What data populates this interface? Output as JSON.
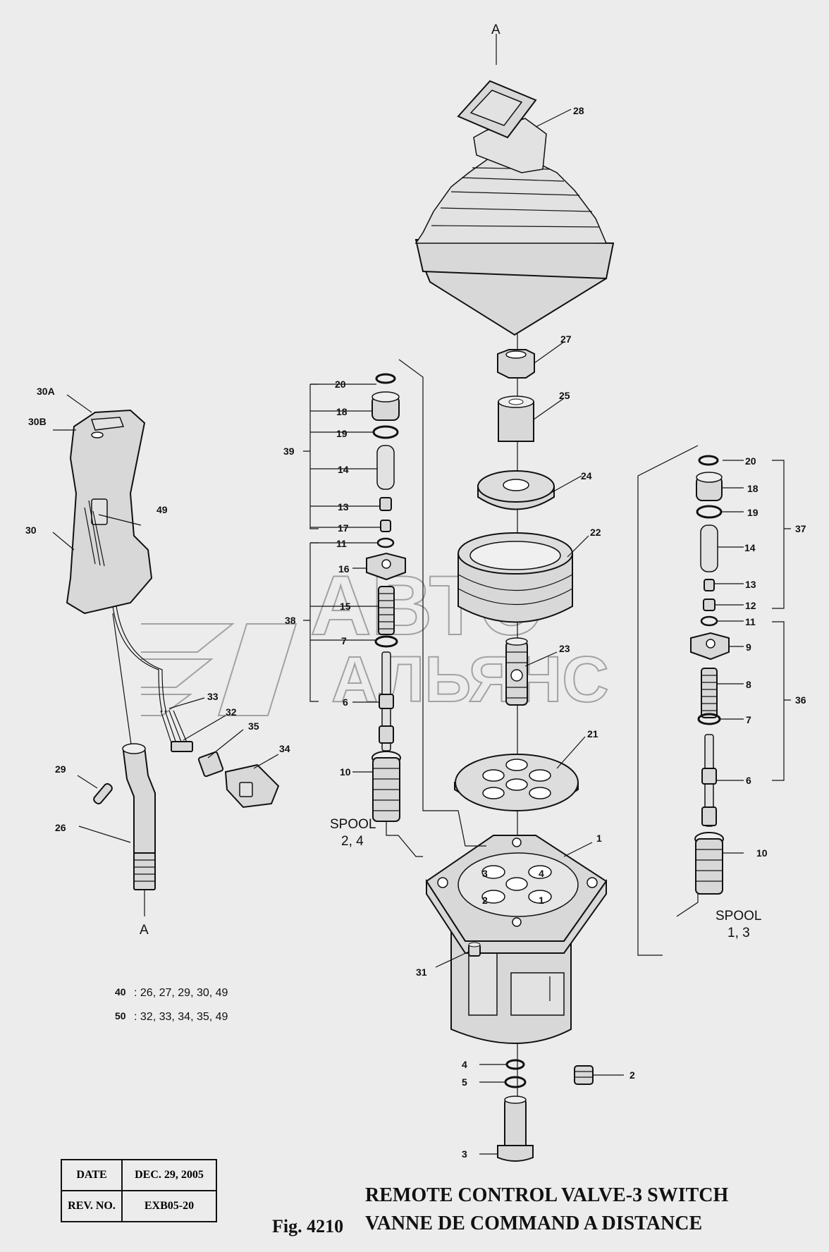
{
  "figure": {
    "number": "Fig. 4210",
    "title_en": "REMOTE CONTROL VALVE-3 SWITCH",
    "title_fr": "VANNE DE COMMAND A DISTANCE"
  },
  "title_block": {
    "date_label": "DATE",
    "date_value": "DEC. 29, 2005",
    "rev_label": "REV. NO.",
    "rev_value": "EXB05-20"
  },
  "watermark": {
    "line1": "АВТО",
    "line2": "АЛЬЯНС"
  },
  "section_marks": {
    "top": "A",
    "bottom": "A"
  },
  "spool_labels": {
    "left": {
      "line1": "SPOOL",
      "line2": "2, 4"
    },
    "right": {
      "line1": "SPOOL",
      "line2": "1, 3"
    }
  },
  "kits": [
    {
      "id": "40",
      "parts": ": 26, 27, 29, 30, 49"
    },
    {
      "id": "50",
      "parts": ": 32, 33, 34, 35, 49"
    }
  ],
  "callouts": {
    "c28": "28",
    "c27": "27",
    "c25": "25",
    "c24": "24",
    "c22": "22",
    "c23": "23",
    "c21": "21",
    "c1": "1",
    "c31": "31",
    "c4": "4",
    "c5": "5",
    "c2": "2",
    "c3": "3",
    "l20": "20",
    "l18": "18",
    "l19": "19",
    "l14": "14",
    "l13": "13",
    "l17": "17",
    "l11": "11",
    "l16": "16",
    "l15": "15",
    "l7": "7",
    "l6": "6",
    "l10": "10",
    "l39": "39",
    "l38": "38",
    "r20": "20",
    "r18": "18",
    "r19": "19",
    "r14": "14",
    "r13": "13",
    "r12": "12",
    "r11": "11",
    "r9": "9",
    "r8": "8",
    "r7": "7",
    "r6": "6",
    "r10": "10",
    "r37": "37",
    "r36": "36",
    "h30A": "30A",
    "h30B": "30B",
    "h30": "30",
    "h49": "49",
    "h33": "33",
    "h32": "32",
    "h35": "35",
    "h34": "34",
    "h29": "29",
    "h26": "26",
    "port1": "1",
    "port2": "2",
    "port3": "3",
    "port4": "4"
  }
}
